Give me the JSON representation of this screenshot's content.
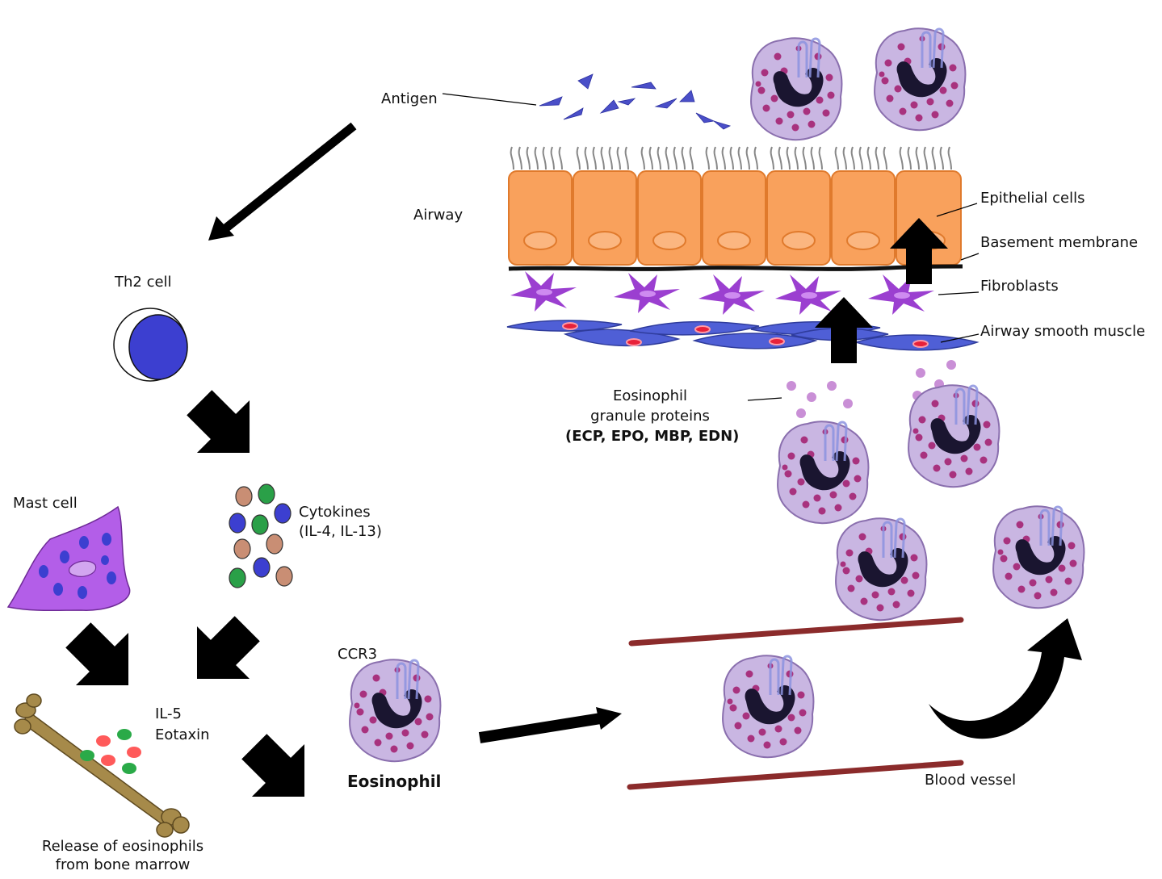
{
  "labels": {
    "antigen": "Antigen",
    "airway": "Airway",
    "th2_cell": "Th2 cell",
    "epithelial_cells": "Epithelial cells",
    "basement_membrane": "Basement membrane",
    "fibroblasts": "Fibroblasts",
    "airway_smooth_muscle": "Airway smooth muscle",
    "granule_proteins_line1": "Eosinophil",
    "granule_proteins_line2": "granule proteins",
    "granule_proteins_line3": "(ECP, EPO, MBP, EDN)",
    "mast_cell": "Mast cell",
    "cytokines_line1": "Cytokines",
    "cytokines_line2": "(IL-4,  IL-13)",
    "il5": "IL-5",
    "eotaxin": "Eotaxin",
    "ccr3": "CCR3",
    "eosinophil": "Eosinophil",
    "blood_vessel": "Blood vessel",
    "release_line1": "Release of eosinophils",
    "release_line2": "from bone marrow"
  },
  "colors": {
    "epithelium": "#f9a15c",
    "epithelium_border": "#e07a2c",
    "fibroblast": "#9b3fd0",
    "smooth_muscle": "#4f5fd6",
    "smooth_muscle_nucleus": "#e8213a",
    "eosinophil_body": "#c9b6e2",
    "eosinophil_granule": "#a8327e",
    "eosinophil_nucleus": "#1a1530",
    "ccr3_receptor": "#8d93e0",
    "th2_nucleus": "#3c3fd0",
    "mast_cell_body": "#b35ee8",
    "antigen": "#4a4fc8",
    "blood_vessel": "#8b2b2b",
    "bone": "#a68a4a",
    "arrow": "#000000"
  }
}
